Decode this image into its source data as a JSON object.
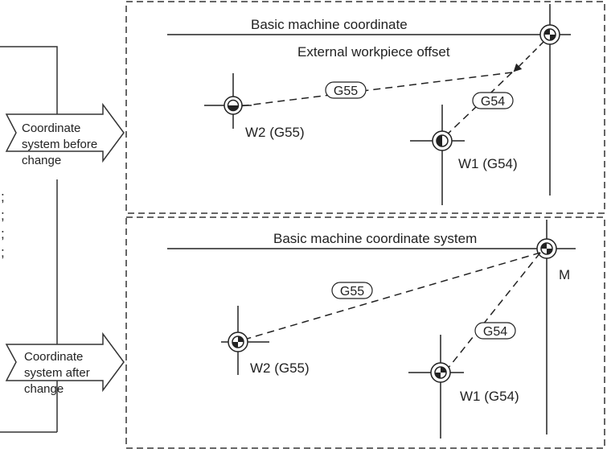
{
  "panel_before": {
    "arrow_label_lines": [
      "Coordinate",
      "system before",
      "change"
    ],
    "machine_axis_label": "Basic machine coordinate",
    "offset_label": "External workpiece offset",
    "g55_tag": "G55",
    "g54_tag": "G54",
    "w2_label": "W2 (G55)",
    "w1_label": "W1 (G54)"
  },
  "panel_after": {
    "arrow_label_lines": [
      "Coordinate",
      "system after",
      "change"
    ],
    "machine_axis_label": "Basic machine coordinate system",
    "origin_label": "M",
    "g55_tag": "G55",
    "g54_tag": "G54",
    "w2_label": "W2 (G55)",
    "w1_label": "W1 (G54)"
  },
  "left_code_fragments": [
    ";",
    ";",
    ";",
    ";"
  ]
}
